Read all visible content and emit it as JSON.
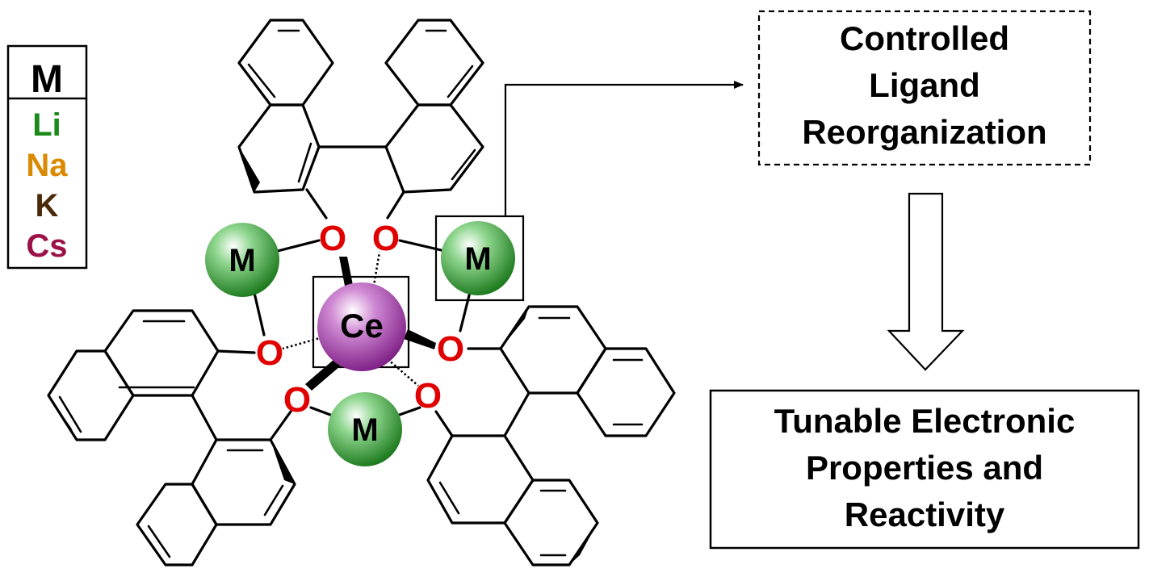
{
  "legend": {
    "header": "M",
    "items": [
      {
        "label": "Li",
        "color": "#1a8a1a"
      },
      {
        "label": "Na",
        "color": "#d98a00"
      },
      {
        "label": "K",
        "color": "#4a2a08"
      },
      {
        "label": "Cs",
        "color": "#9c1248"
      }
    ]
  },
  "molecule": {
    "center_label": "Ce",
    "oxygen_label": "O",
    "metal_label": "M",
    "center_color": "#9b2fa0",
    "metal_color": "#2f9a2f",
    "oxygen_color": "#e00000"
  },
  "flow": {
    "top_box_lines": [
      "Controlled",
      "Ligand",
      "Reorganization"
    ],
    "bottom_box_lines": [
      "Tunable Electronic",
      "Properties and",
      "Reactivity"
    ]
  }
}
